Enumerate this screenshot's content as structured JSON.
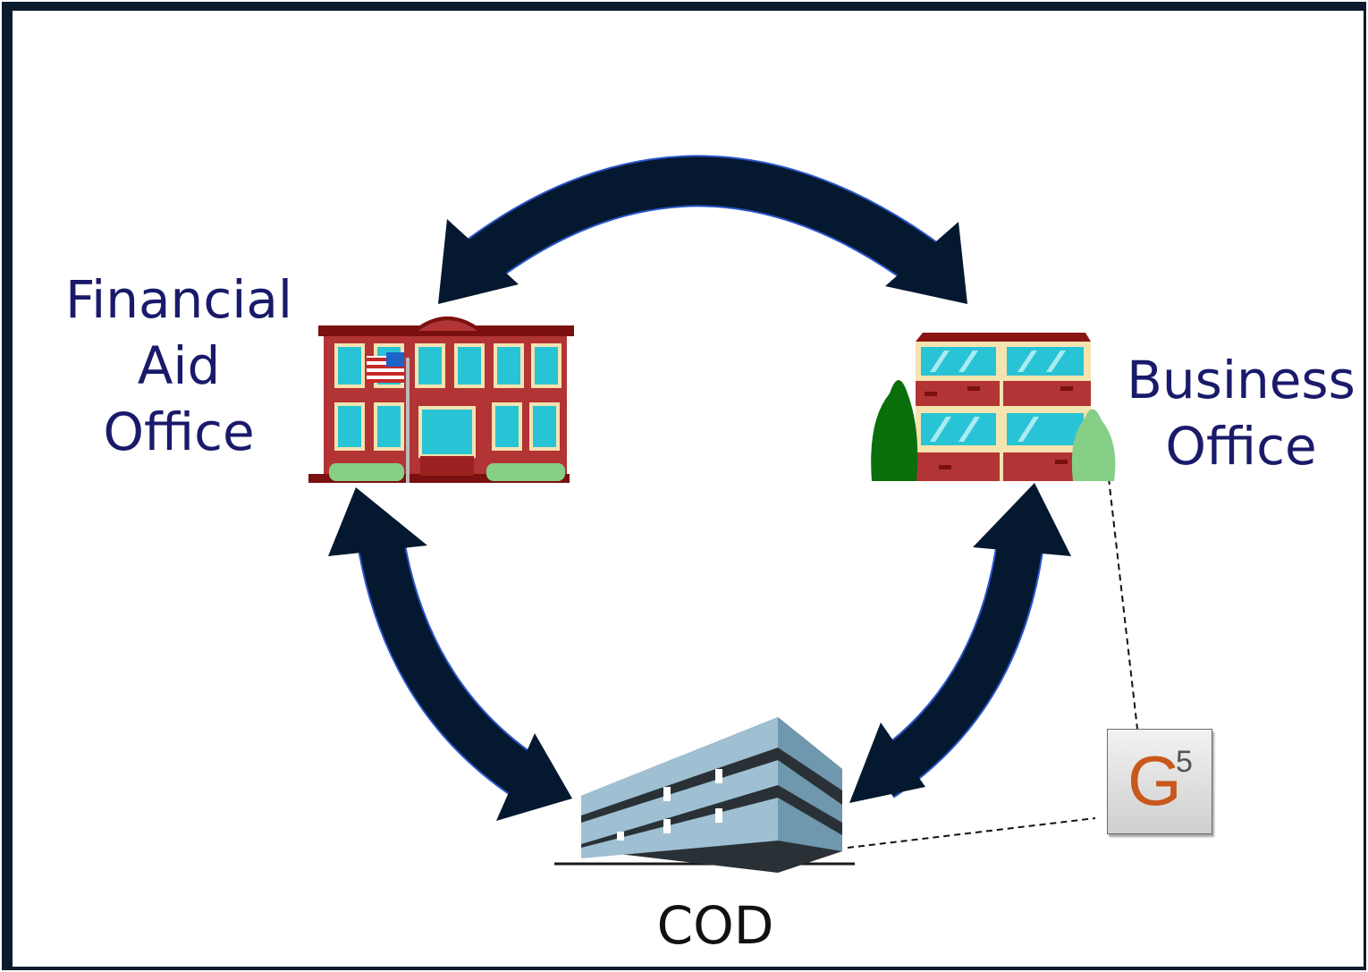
{
  "diagram": {
    "nodes": {
      "financial_aid": "Financial\nAid\nOffice",
      "business_office": "Business\nOffice",
      "cod": "COD"
    },
    "badge": {
      "letter": "G",
      "superscript": "5"
    },
    "colors": {
      "arrow": "#041830",
      "arrow_edge": "#2a55c8",
      "label_text": "#1a1a6b",
      "brick": "#b23434",
      "window": "#29c3d6",
      "badge_letter": "#c8581c"
    }
  }
}
